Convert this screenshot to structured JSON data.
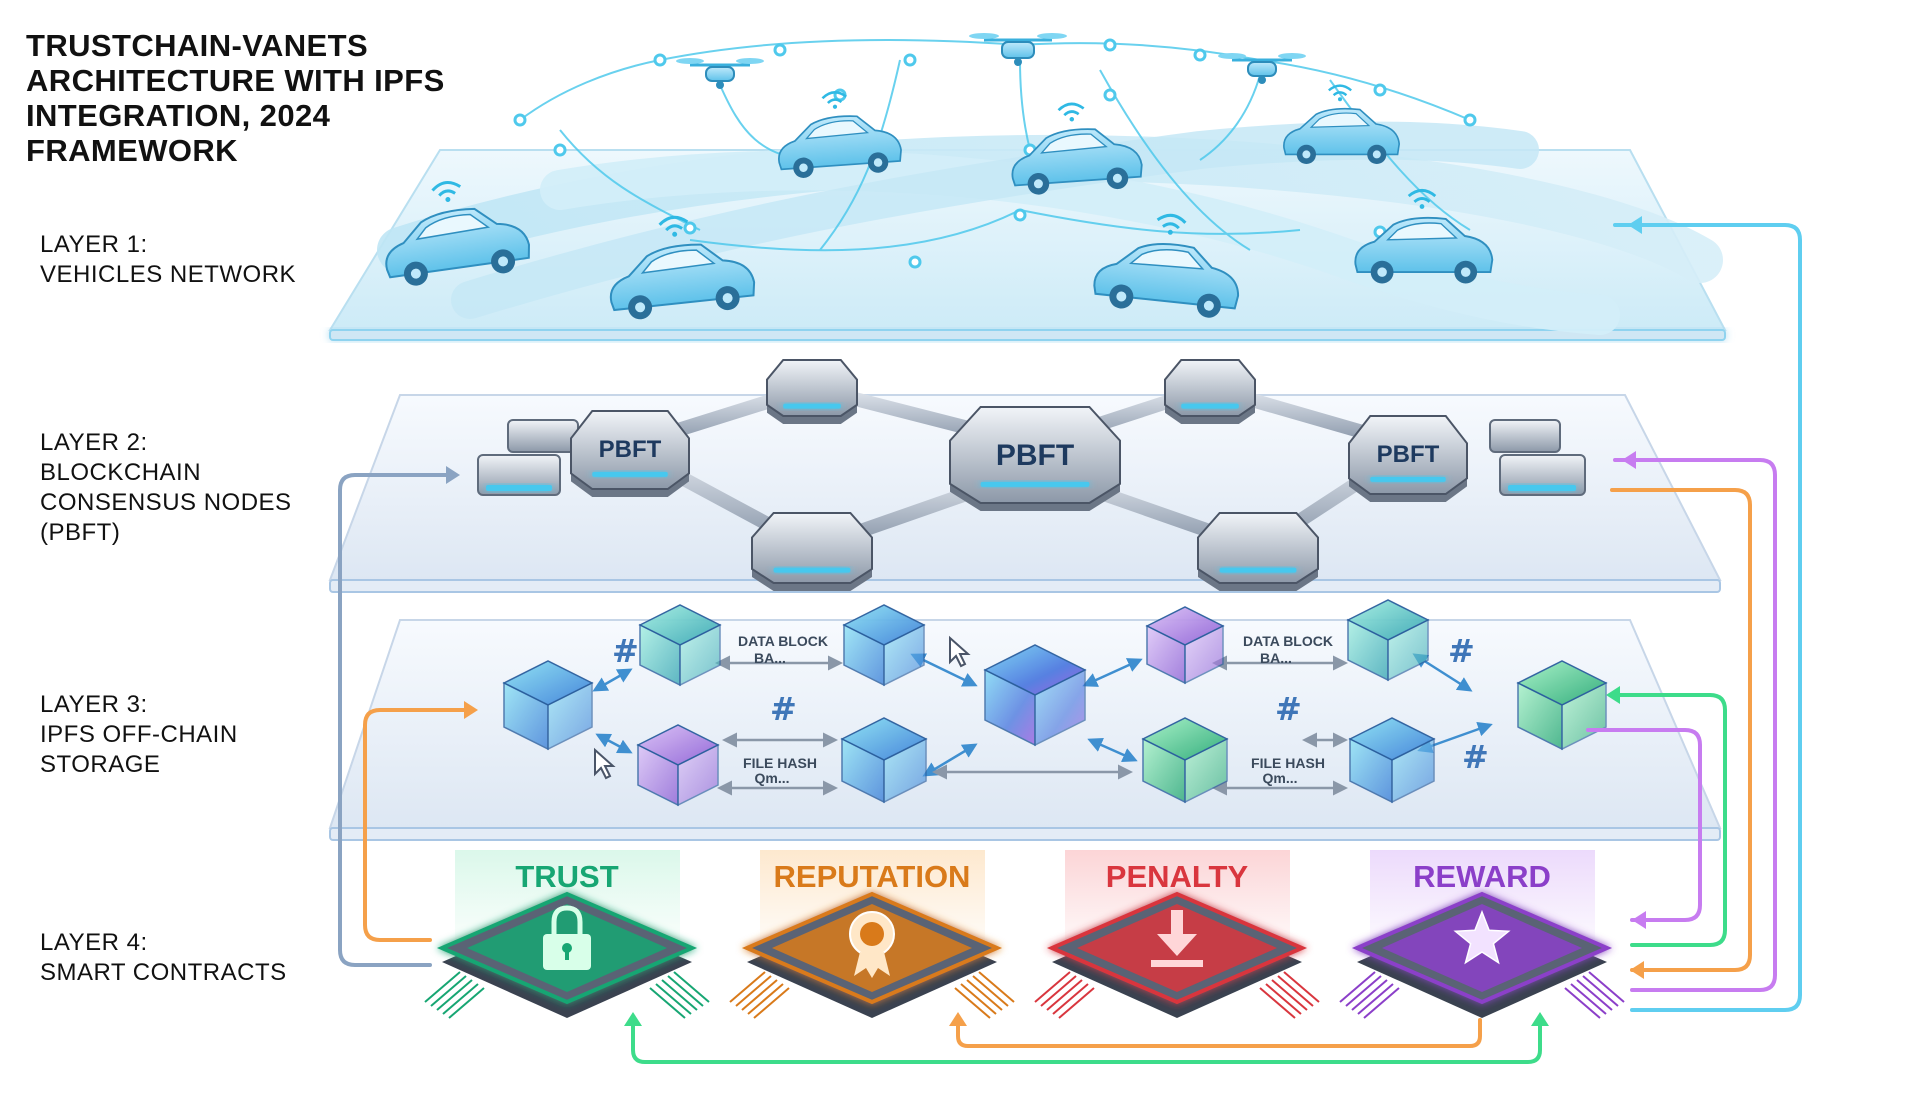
{
  "title": "TRUSTCHAIN-VANETS ARCHITECTURE WITH IPFS INTEGRATION, 2024 FRAMEWORK",
  "layers": [
    {
      "line1": "LAYER 1:",
      "line2": "VEHICLES NETWORK",
      "line3": "",
      "line4": ""
    },
    {
      "line1": "LAYER 2:",
      "line2": "BLOCKCHAIN",
      "line3": "CONSENSUS NODES",
      "line4": "(PBFT)"
    },
    {
      "line1": "LAYER 3:",
      "line2": "IPFS OFF-CHAIN",
      "line3": "STORAGE",
      "line4": ""
    },
    {
      "line1": "LAYER 4:",
      "line2": "SMART CONTRACTS",
      "line3": "",
      "line4": ""
    }
  ],
  "consensus": {
    "node_label": "PBFT"
  },
  "ipfs": {
    "data_block_line1": "DATA BLOCK",
    "data_block_line2": "BA...",
    "file_hash_line1": "FILE HASH",
    "file_hash_line2": "Qm...",
    "hash_symbol": "#"
  },
  "contracts": [
    {
      "label": "TRUST",
      "color": "#17a673",
      "icon": "lock-icon"
    },
    {
      "label": "REPUTATION",
      "color": "#d97a1a",
      "icon": "award-ribbon-icon"
    },
    {
      "label": "PENALTY",
      "color": "#d9363e",
      "icon": "download-arrow-icon"
    },
    {
      "label": "REWARD",
      "color": "#8b3fc9",
      "icon": "star-icon"
    }
  ],
  "colors": {
    "vehicle": "#6cc8ef",
    "plane": "#eef3fa",
    "link_blue": "#4fc9ec",
    "link_green": "#3ddc8a",
    "link_orange": "#f5a04a",
    "link_purple": "#c77cf0",
    "link_steel": "#8aa3c2"
  }
}
